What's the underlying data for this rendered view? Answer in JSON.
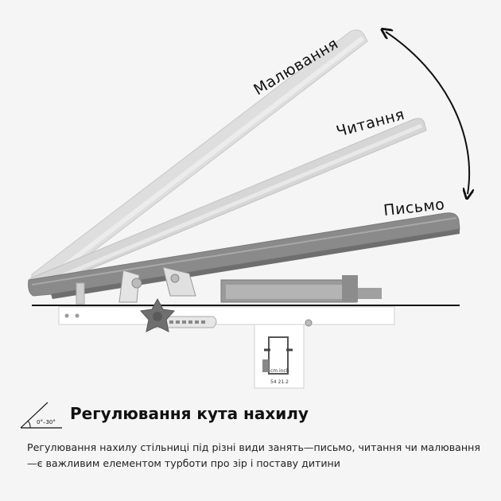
{
  "modes": {
    "drawing": "Малювання",
    "reading": "Читання",
    "writing": "Письмо"
  },
  "feature": {
    "angle_range": "0°–30°",
    "title": "Регулювання кута нахилу",
    "description_line1": "Регулювання нахилу стільниці під різні види занять—письмо, читання чи малювання",
    "description_line2": "—є важливим елементом турботи про зір і поставу дитини"
  },
  "scale_label": {
    "units": "cm inch",
    "values": "54 21.2"
  },
  "colors": {
    "background": "#f5f5f5",
    "desk_top": "#8a8a8a",
    "desk_ghost": "#d3d3d3",
    "frame": "#ffffff",
    "knob": "#6f6f6f",
    "text": "#111111"
  }
}
